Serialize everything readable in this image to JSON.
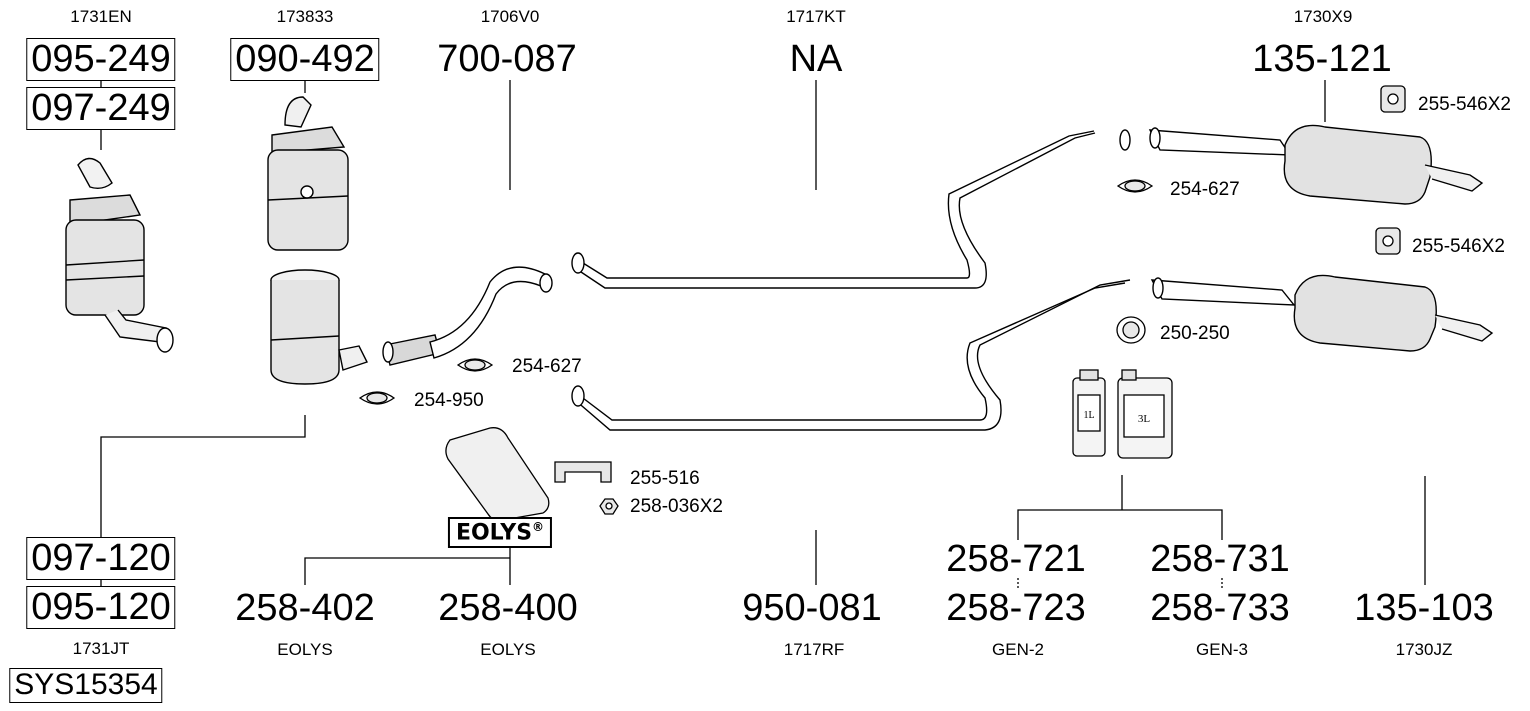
{
  "columns": [
    {
      "top_code": "1731EN",
      "parts": [
        "095-249",
        "097-249"
      ],
      "bottom_parts": [
        "097-120",
        "095-120"
      ],
      "bottom_code": "1731JT"
    },
    {
      "top_code": "173833",
      "parts": [
        "090-492"
      ]
    },
    {
      "top_code": "1706V0",
      "parts": [
        "700-087"
      ]
    },
    {
      "top_code": "1717KT",
      "parts": [
        "NA"
      ]
    },
    {
      "top_code": "1730X9",
      "parts": [
        "135-121"
      ]
    }
  ],
  "system_id": "SYS15354",
  "eolys_logo": {
    "text": "EOLYS",
    "mark": "®"
  },
  "fittings": [
    {
      "label": "255-546X2"
    },
    {
      "label": "254-627"
    },
    {
      "label": "255-546X2"
    },
    {
      "label": "250-250"
    },
    {
      "label": "254-627"
    },
    {
      "label": "254-950"
    },
    {
      "label": "255-516"
    },
    {
      "label": "258-036X2"
    }
  ],
  "bottom_parts": [
    {
      "part": "258-402",
      "code": "EOLYS"
    },
    {
      "part": "258-400",
      "code": "EOLYS"
    },
    {
      "part": "950-081",
      "code": "1717RF"
    },
    {
      "parts": [
        "258-721",
        "258-723"
      ],
      "code": "GEN-2"
    },
    {
      "parts": [
        "258-731",
        "258-733"
      ],
      "code": "GEN-3"
    },
    {
      "part": "135-103",
      "code": "1730JZ"
    }
  ],
  "containers": [
    {
      "label": "1L"
    },
    {
      "label": "3L"
    }
  ],
  "colors": {
    "line": "#000000",
    "part_fill": "#ffffff",
    "shade": "#d8d8d8"
  }
}
